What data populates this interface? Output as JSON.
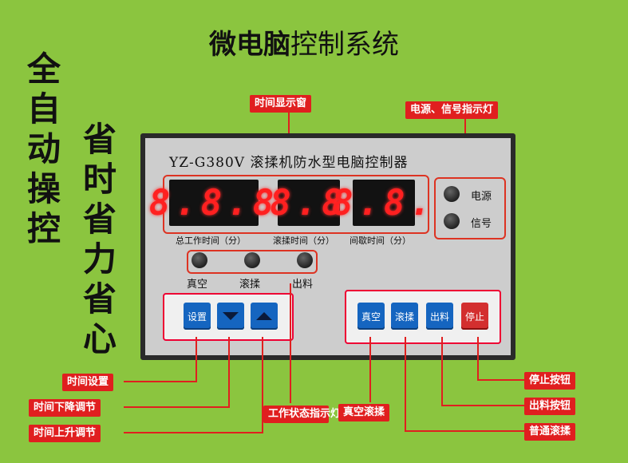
{
  "header": {
    "title_bold": "微电脑",
    "title_rest": "控制系统"
  },
  "slogans": {
    "left": "全自动操控",
    "right": "省时省力省心"
  },
  "panel": {
    "model": "YZ-G380V  滚揉机防水型电脑控制器",
    "displays": [
      {
        "value": "8.8.8",
        "label": "总工作时间（分）"
      },
      {
        "value": "8.8",
        "label": "滚揉时间（分）"
      },
      {
        "value": "8.8.",
        "label": "间歇时间（分）"
      }
    ],
    "indicators": {
      "power": "电源",
      "signal": "信号"
    },
    "status_leds": [
      "真空",
      "滚揉",
      "出料"
    ],
    "left_buttons": {
      "set": "设置"
    },
    "right_buttons": [
      "真空",
      "滚揉",
      "出料",
      "停止"
    ]
  },
  "callouts": {
    "time_display": "时间显示窗",
    "power_signal": "电源、信号指示灯",
    "time_set": "时间设置",
    "time_down": "时间下降调节",
    "time_up": "时间上升调节",
    "status_leds": "工作状态指示灯",
    "vacuum": "真空滚揉",
    "stop": "停止按钮",
    "discharge": "出料按钮",
    "normal": "普通滚揉"
  },
  "colors": {
    "background": "#8bc53f",
    "callout": "#e01f1f",
    "button": "#1565c0",
    "stop_button": "#d32f2f",
    "segment": "#ff2020"
  }
}
